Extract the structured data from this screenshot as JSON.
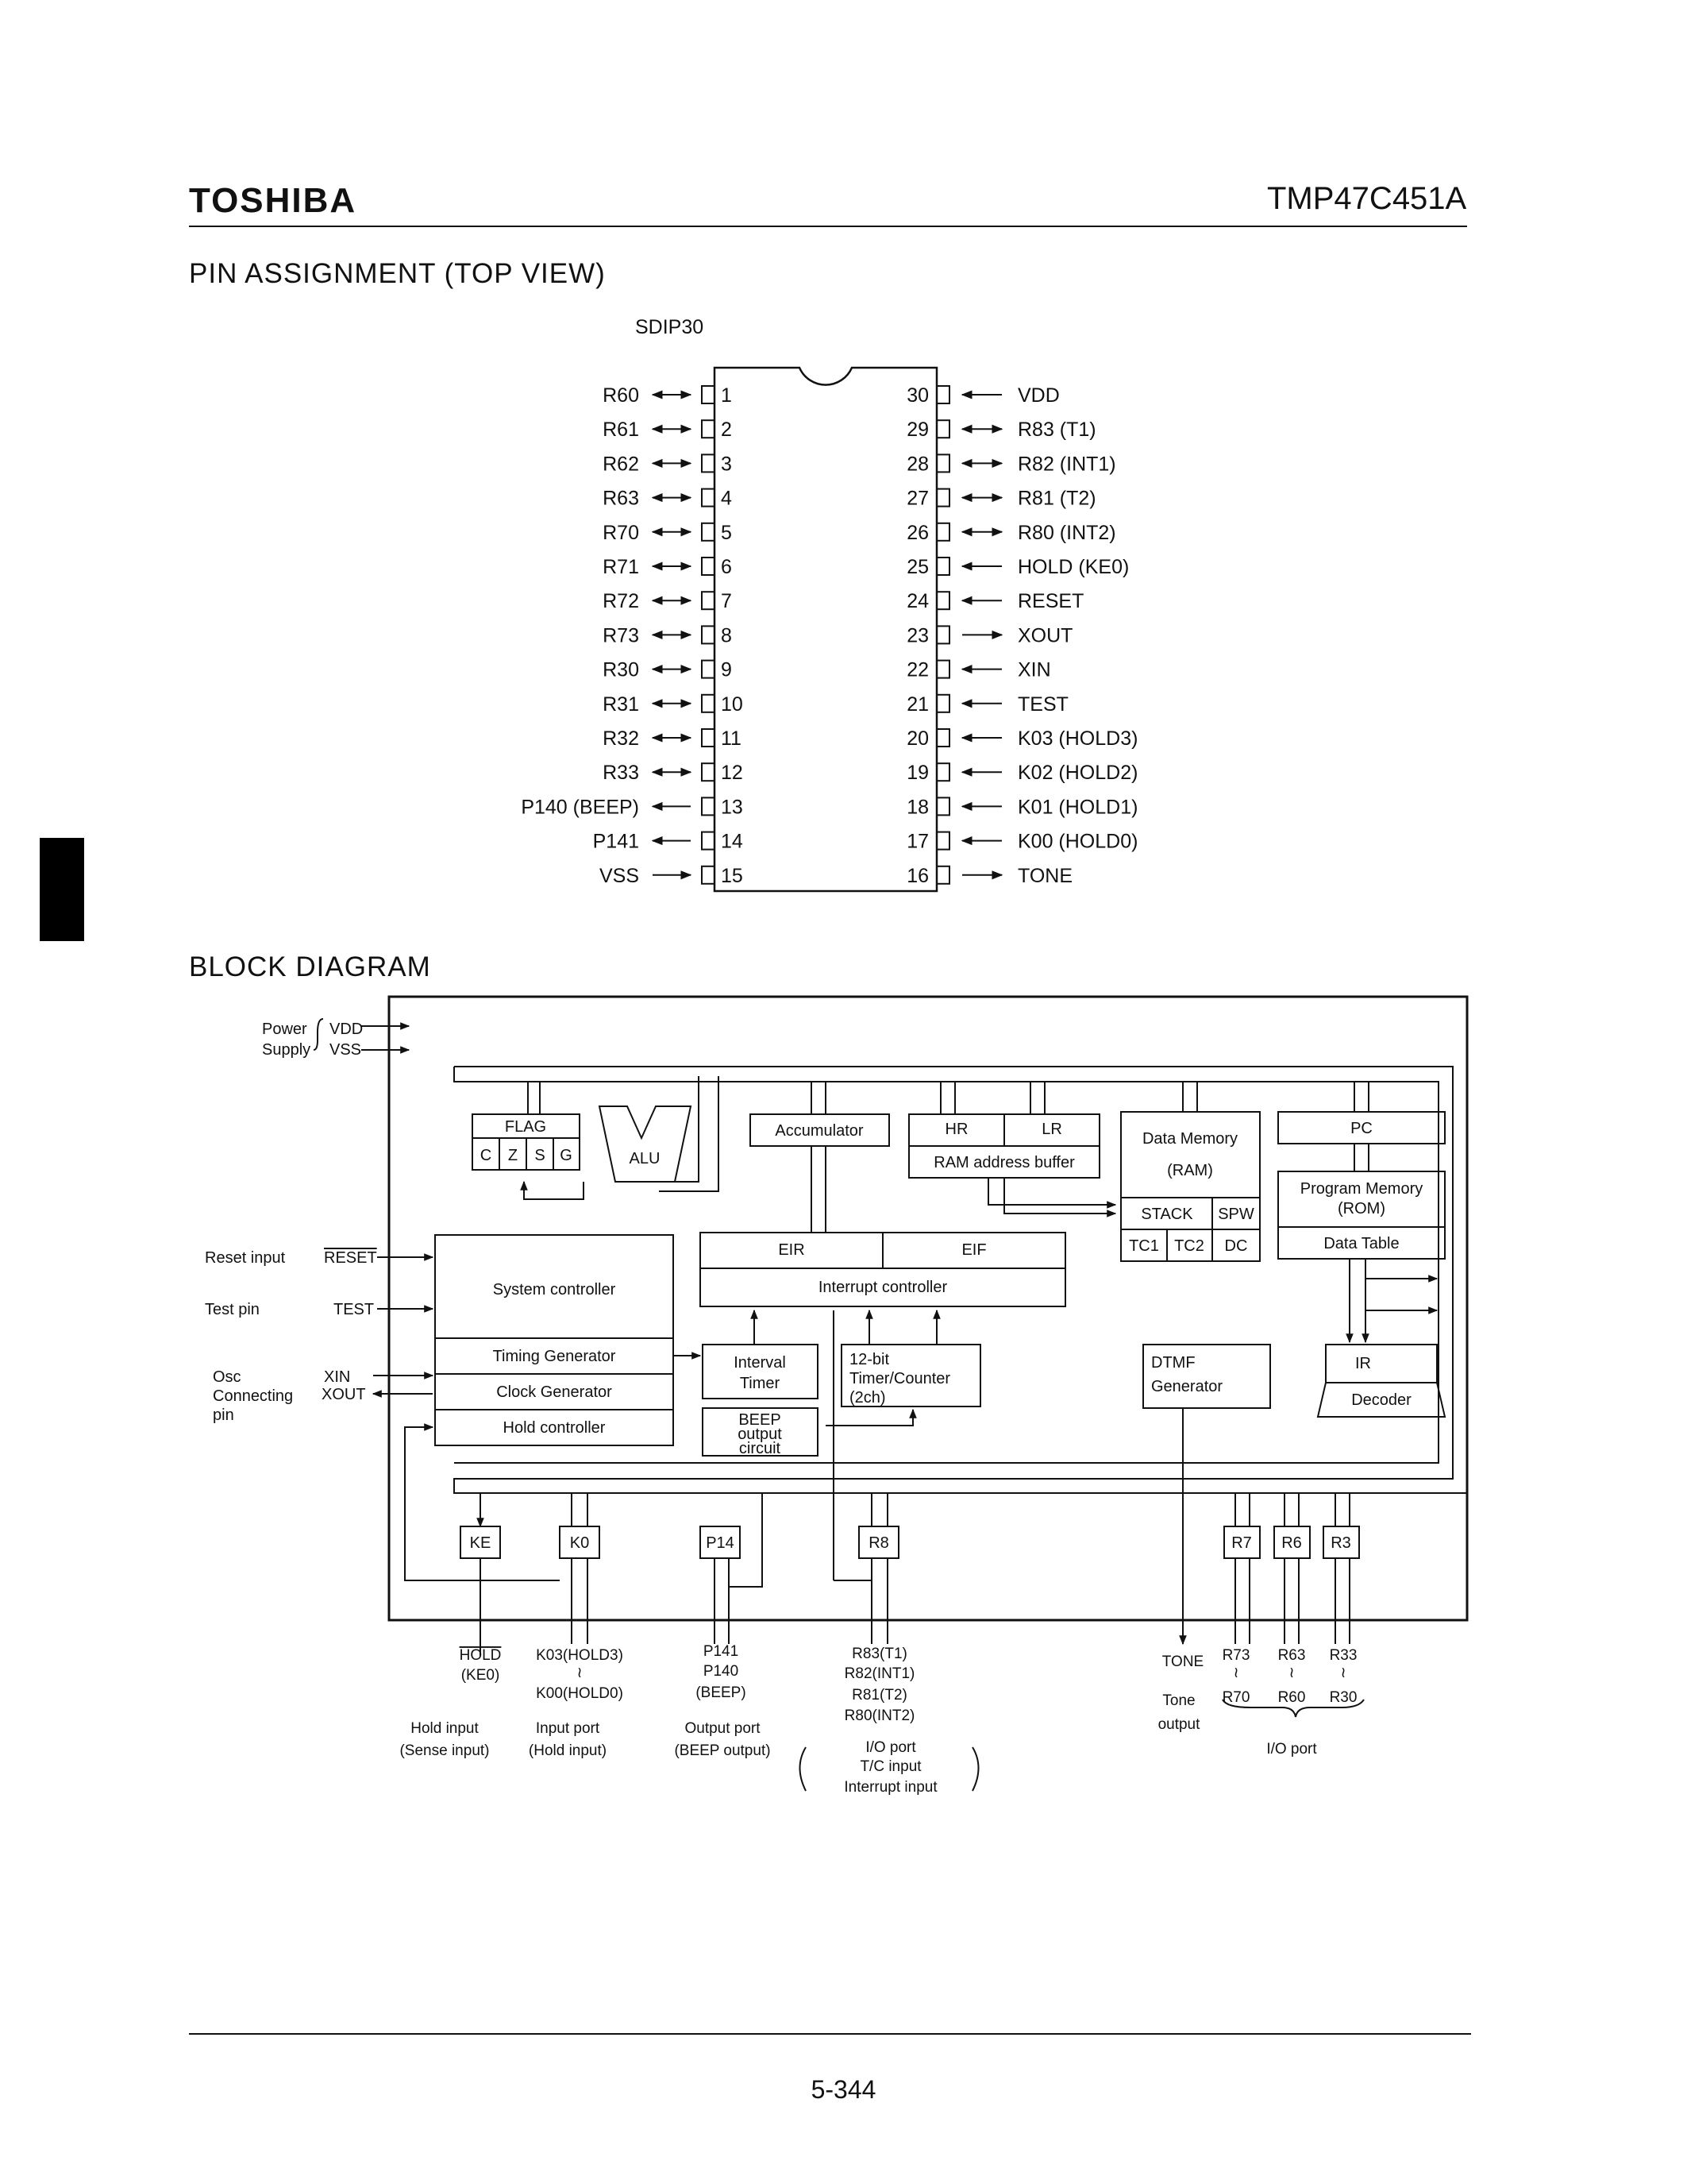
{
  "header": {
    "brand": "TOSHIBA",
    "part_number": "TMP47C451A",
    "page_number": "5-344"
  },
  "pin_assignment": {
    "title": "PIN ASSIGNMENT (TOP VIEW)",
    "package": "SDIP30",
    "left_pins": [
      {
        "num": "1",
        "name": "R60",
        "dir": "bi"
      },
      {
        "num": "2",
        "name": "R61",
        "dir": "bi"
      },
      {
        "num": "3",
        "name": "R62",
        "dir": "bi"
      },
      {
        "num": "4",
        "name": "R63",
        "dir": "bi"
      },
      {
        "num": "5",
        "name": "R70",
        "dir": "bi"
      },
      {
        "num": "6",
        "name": "R71",
        "dir": "bi"
      },
      {
        "num": "7",
        "name": "R72",
        "dir": "bi"
      },
      {
        "num": "8",
        "name": "R73",
        "dir": "bi"
      },
      {
        "num": "9",
        "name": "R30",
        "dir": "bi"
      },
      {
        "num": "10",
        "name": "R31",
        "dir": "bi"
      },
      {
        "num": "11",
        "name": "R32",
        "dir": "bi"
      },
      {
        "num": "12",
        "name": "R33",
        "dir": "bi"
      },
      {
        "num": "13",
        "name": "P140 (BEEP)",
        "dir": "out"
      },
      {
        "num": "14",
        "name": "P141",
        "dir": "out"
      },
      {
        "num": "15",
        "name": "VSS",
        "dir": "in"
      }
    ],
    "right_pins": [
      {
        "num": "30",
        "name": "VDD",
        "dir": "in"
      },
      {
        "num": "29",
        "name": "R83 (T1)",
        "dir": "bi"
      },
      {
        "num": "28",
        "name": "R82 (INT1)",
        "dir": "bi"
      },
      {
        "num": "27",
        "name": "R81 (T2)",
        "dir": "bi"
      },
      {
        "num": "26",
        "name": "R80 (INT2)",
        "dir": "bi"
      },
      {
        "num": "25",
        "name": "HOLD (KE0)",
        "dir": "in"
      },
      {
        "num": "24",
        "name": "RESET",
        "dir": "in"
      },
      {
        "num": "23",
        "name": "XOUT",
        "dir": "out"
      },
      {
        "num": "22",
        "name": "XIN",
        "dir": "in"
      },
      {
        "num": "21",
        "name": "TEST",
        "dir": "in"
      },
      {
        "num": "20",
        "name": "K03 (HOLD3)",
        "dir": "in"
      },
      {
        "num": "19",
        "name": "K02 (HOLD2)",
        "dir": "in"
      },
      {
        "num": "18",
        "name": "K01 (HOLD1)",
        "dir": "in"
      },
      {
        "num": "17",
        "name": "K00 (HOLD0)",
        "dir": "in"
      },
      {
        "num": "16",
        "name": "TONE",
        "dir": "out"
      }
    ]
  },
  "block_diagram": {
    "title": "BLOCK DIAGRAM",
    "power_supply": {
      "label1": "Power",
      "label2": "Supply",
      "vdd": "VDD",
      "vss": "VSS"
    },
    "left_inputs": {
      "reset_label": "Reset input",
      "reset_pin": "RESET",
      "test_label": "Test pin",
      "test_pin": "TEST",
      "osc_label1": "Osc",
      "osc_label2": "Connecting",
      "osc_label3": "pin",
      "xin": "XIN",
      "xout": "XOUT"
    },
    "blocks": {
      "flag": "FLAG",
      "flag_bits": [
        "C",
        "Z",
        "S",
        "G"
      ],
      "alu": "ALU",
      "accumulator": "Accumulator",
      "hr": "HR",
      "lr": "LR",
      "ram_addr_buffer": "RAM address buffer",
      "data_memory_1": "Data Memory",
      "data_memory_2": "(RAM)",
      "stack": "STACK",
      "spw": "SPW",
      "tc1": "TC1",
      "tc2": "TC2",
      "dc": "DC",
      "pc": "PC",
      "program_memory_1": "Program Memory",
      "program_memory_2": "(ROM)",
      "data_table": "Data Table",
      "system_controller": "System controller",
      "timing_generator": "Timing Generator",
      "clock_generator": "Clock Generator",
      "hold_controller": "Hold controller",
      "eir": "EIR",
      "eif": "EIF",
      "interrupt_controller": "Interrupt controller",
      "interval_timer_1": "Interval",
      "interval_timer_2": "Timer",
      "timer_counter_1": "12-bit",
      "timer_counter_2": "Timer/Counter",
      "timer_counter_3": "(2ch)",
      "beep_1": "BEEP",
      "beep_2": "output",
      "beep_3": "circuit",
      "dtmf_1": "DTMF",
      "dtmf_2": "Generator",
      "ir": "IR",
      "decoder": "Decoder"
    },
    "ports": {
      "ke": "KE",
      "k0": "K0",
      "p14": "P14",
      "r8": "R8",
      "r7": "R7",
      "r6": "R6",
      "r3": "R3"
    },
    "bottom": {
      "hold_pin": "HOLD",
      "ke0_pin": "(KE0)",
      "hold_desc1": "Hold input",
      "hold_desc2": "(Sense input)",
      "k03": "K03(HOLD3)",
      "tilde": "≀",
      "k00": "K00(HOLD0)",
      "k_desc1": "Input port",
      "k_desc2": "(Hold input)",
      "p141": "P141",
      "p140": "P140",
      "beep": "(BEEP)",
      "p_desc1": "Output port",
      "p_desc2": "(BEEP output)",
      "r83": "R83(T1)",
      "r82": "R82(INT1)",
      "r81": "R81(T2)",
      "r80": "R80(INT2)",
      "r8_desc1": "I/O port",
      "r8_desc2": "T/C input",
      "r8_desc3": "Interrupt input",
      "tone": "TONE",
      "tone_desc1": "Tone",
      "tone_desc2": "output",
      "r73": "R73",
      "r70": "R70",
      "r63": "R63",
      "r60": "R60",
      "r33": "R33",
      "r30": "R30",
      "r_desc": "I/O port"
    }
  }
}
